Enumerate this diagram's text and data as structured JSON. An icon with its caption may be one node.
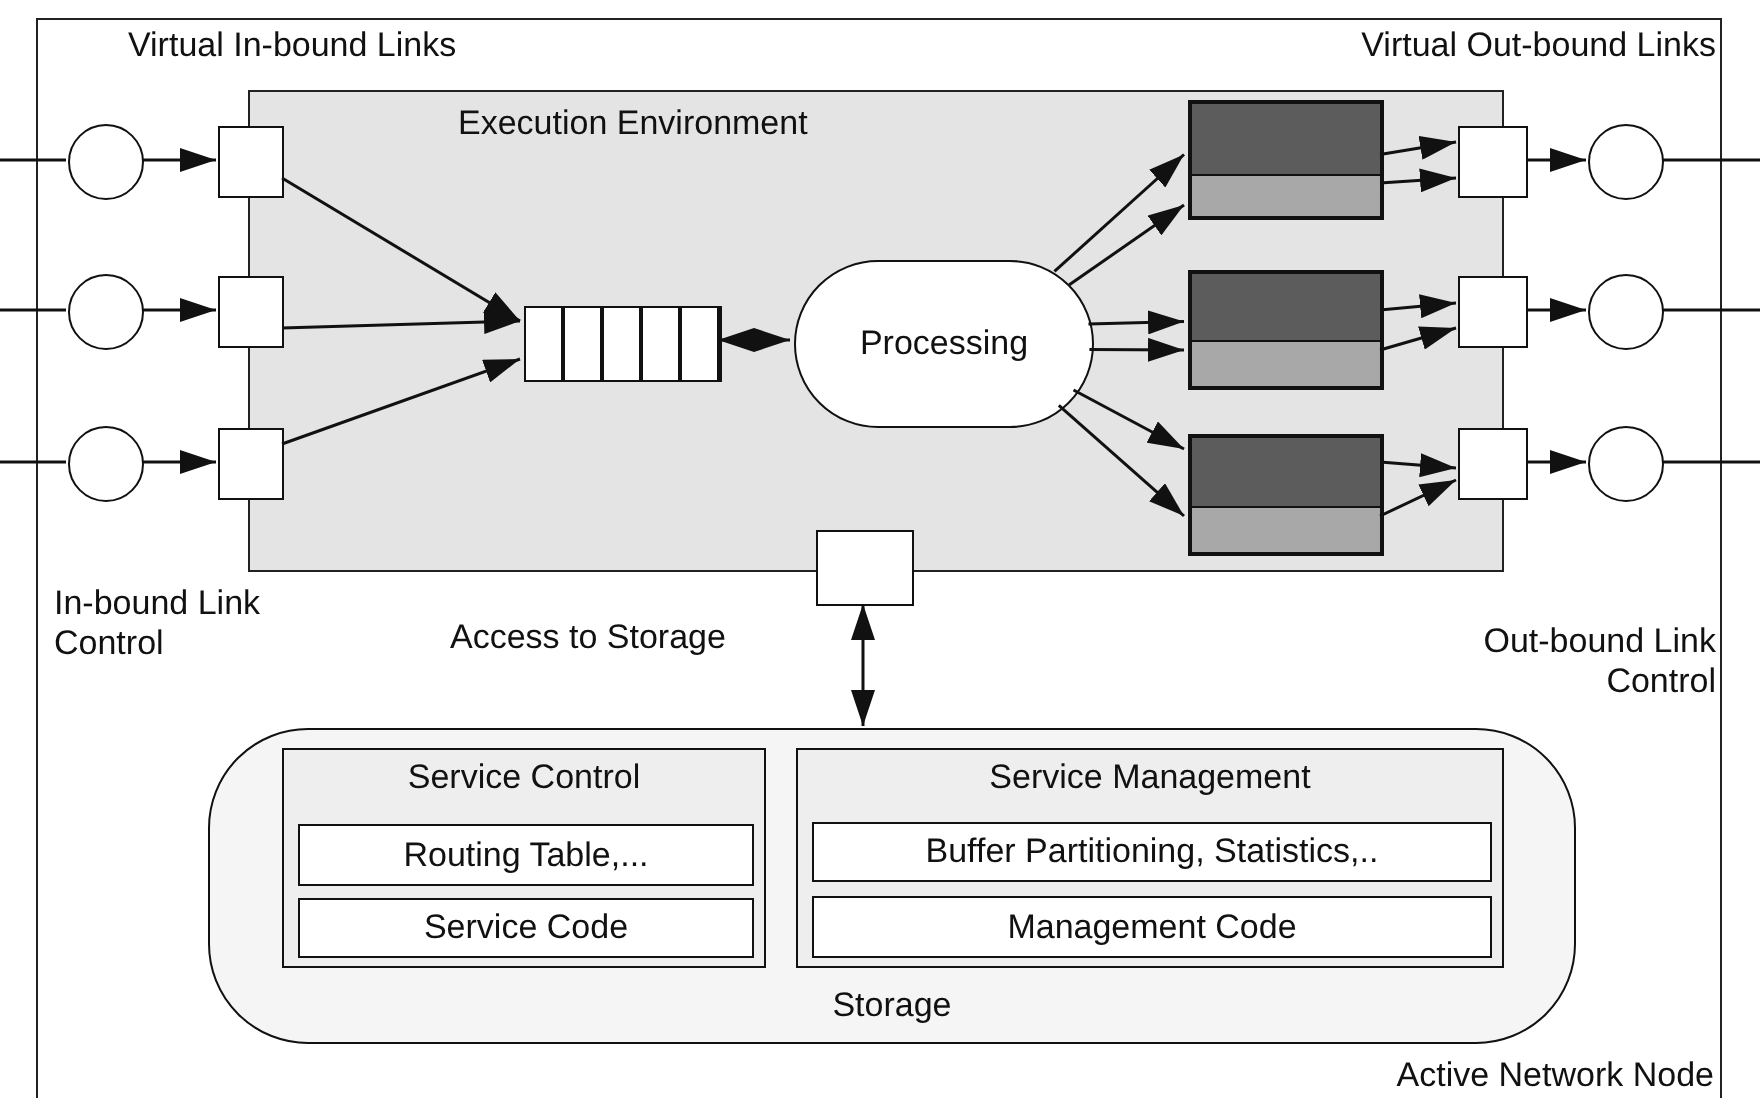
{
  "diagram": {
    "nodes": [
      {
        "text": [
          "Active Network Node"
        ]
      },
      {
        "text": [
          "Execution Environment"
        ],
        "in": 0
      },
      {
        "text": [],
        "shape": "circle",
        "in": 0
      },
      {
        "text": [],
        "shape": "circle",
        "in": 0
      },
      {
        "text": [],
        "shape": "circle",
        "in": 0
      },
      {
        "text": [],
        "shape": "box",
        "in": 0
      },
      {
        "text": [],
        "shape": "box",
        "in": 0
      },
      {
        "text": [],
        "shape": "box",
        "in": 0
      },
      {
        "text": [],
        "shape": "box",
        "in": 1
      },
      {
        "text": [
          "Processing"
        ],
        "in": 1
      },
      {
        "text": [],
        "shape": "bar",
        "in": 1
      },
      {
        "text": [],
        "shape": "bar",
        "in": 1
      },
      {
        "text": [],
        "shape": "bar",
        "in": 1
      },
      {
        "text": [],
        "shape": "bar",
        "in": 1
      },
      {
        "text": [],
        "shape": "bar",
        "in": 1
      },
      {
        "text": [],
        "shape": "bar",
        "in": 1
      },
      {
        "text": [],
        "shape": "box",
        "in": 0
      },
      {
        "text": [],
        "shape": "box",
        "in": 0
      },
      {
        "text": [],
        "shape": "box",
        "in": 0
      },
      {
        "text": [],
        "shape": "circle",
        "in": 0
      },
      {
        "text": [],
        "shape": "circle",
        "in": 0
      },
      {
        "text": [],
        "shape": "circle",
        "in": 0
      },
      {
        "text": [],
        "shape": "box",
        "in": 0
      },
      {
        "text": [
          "Storage"
        ],
        "in": 0
      },
      {
        "text": [
          "Service Control"
        ],
        "in": 23
      },
      {
        "text": [
          "Routing Table,..."
        ],
        "in": 24
      },
      {
        "text": [
          "Service Code"
        ],
        "in": 24
      },
      {
        "text": [
          "Service Management"
        ],
        "in": 23
      },
      {
        "text": [
          "Buffer Partitioning, Statistics,.."
        ],
        "in": 27
      },
      {
        "text": [
          "Management Code"
        ],
        "in": 27
      }
    ],
    "edges": [
      {
        "from": null,
        "to": 2,
        "arrow": "none"
      },
      {
        "from": null,
        "to": 3,
        "arrow": "none"
      },
      {
        "from": null,
        "to": 4,
        "arrow": "none"
      },
      {
        "from": 2,
        "to": 5,
        "arrow": "to"
      },
      {
        "from": 3,
        "to": 6,
        "arrow": "to"
      },
      {
        "from": 4,
        "to": 7,
        "arrow": "to"
      },
      {
        "from": 5,
        "to": 8,
        "arrow": "to"
      },
      {
        "from": 6,
        "to": 8,
        "arrow": "to"
      },
      {
        "from": 7,
        "to": 8,
        "arrow": "to"
      },
      {
        "from": 8,
        "to": 9,
        "arrow": "both"
      },
      {
        "from": 9,
        "to": 10,
        "arrow": "to"
      },
      {
        "from": 9,
        "to": 11,
        "arrow": "to"
      },
      {
        "from": 9,
        "to": 12,
        "arrow": "to"
      },
      {
        "from": 9,
        "to": 13,
        "arrow": "to"
      },
      {
        "from": 9,
        "to": 14,
        "arrow": "to"
      },
      {
        "from": 9,
        "to": 15,
        "arrow": "to"
      },
      {
        "from": 10,
        "to": 16,
        "arrow": "to"
      },
      {
        "from": 11,
        "to": 16,
        "arrow": "to"
      },
      {
        "from": 12,
        "to": 17,
        "arrow": "to"
      },
      {
        "from": 13,
        "to": 17,
        "arrow": "to"
      },
      {
        "from": 14,
        "to": 18,
        "arrow": "to"
      },
      {
        "from": 15,
        "to": 18,
        "arrow": "to"
      },
      {
        "from": 16,
        "to": 19,
        "arrow": "to"
      },
      {
        "from": 17,
        "to": 20,
        "arrow": "to"
      },
      {
        "from": 18,
        "to": 21,
        "arrow": "to"
      },
      {
        "from": 19,
        "to": null,
        "arrow": "none"
      },
      {
        "from": 20,
        "to": null,
        "arrow": "none"
      },
      {
        "from": 21,
        "to": null,
        "arrow": "none"
      },
      {
        "from": 22,
        "to": 23,
        "arrow": "both"
      }
    ],
    "labels": [
      "Virtual In-bound Links",
      "Virtual Out-bound Links",
      "In-bound Link Control",
      "Access to Storage",
      "Out-bound Link Control"
    ]
  }
}
